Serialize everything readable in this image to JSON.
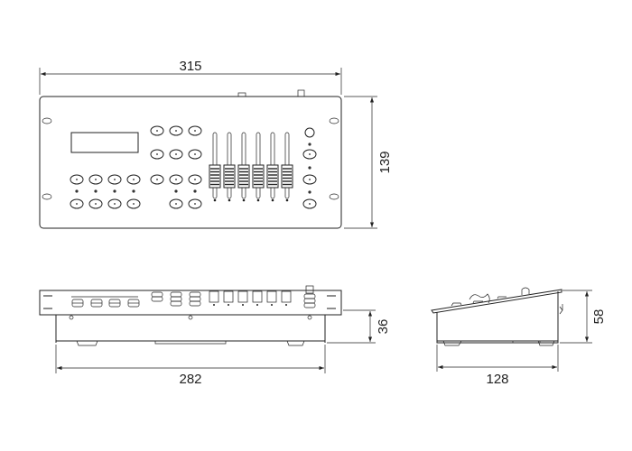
{
  "dimensions": {
    "front_width": "315",
    "front_height": "139",
    "rear_width": "282",
    "rear_height": "36",
    "side_depth": "128",
    "side_height": "58"
  },
  "colors": {
    "line": "#222222",
    "background": "#ffffff"
  }
}
